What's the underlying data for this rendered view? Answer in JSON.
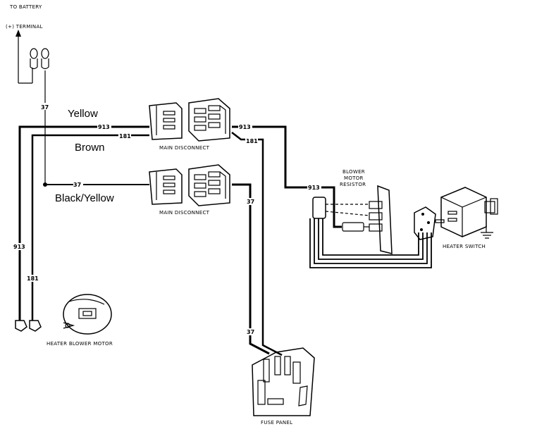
{
  "battery": {
    "line1": "TO BATTERY",
    "line2": "(+) TERMINAL"
  },
  "wire_colors": {
    "yellow": "Yellow",
    "brown": "Brown",
    "black_yellow": "Black/Yellow"
  },
  "wire_numbers": {
    "w37": "37",
    "w913": "913",
    "w181": "181"
  },
  "components": {
    "main_disconnect_1": "MAIN DISCONNECT",
    "main_disconnect_2": "MAIN DISCONNECT",
    "blower_motor_resistor_line1": "BLOWER",
    "blower_motor_resistor_line2": "MOTOR",
    "blower_motor_resistor_line3": "RESISTOR",
    "heater_switch": "HEATER SWITCH",
    "heater_blower_motor": "HEATER BLOWER MOTOR",
    "fuse_panel": "FUSE PANEL"
  }
}
